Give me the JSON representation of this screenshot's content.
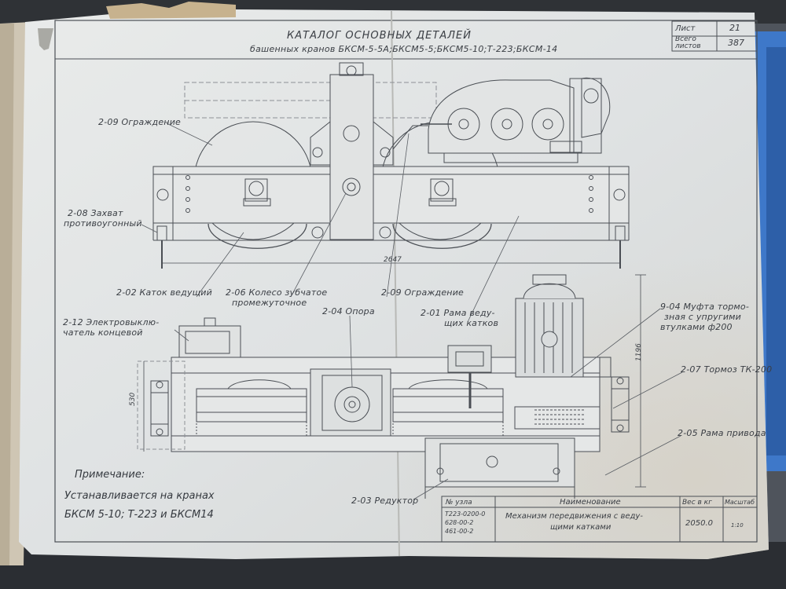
{
  "title": {
    "line1": "КАТАЛОГ ОСНОВНЫХ ДЕТАЛЕЙ",
    "line2": "башенных кранов БКСМ-5-5А;БКСМ5-5;БКСМ5-10;Т-223;БКСМ-14"
  },
  "sheet_box": {
    "sheet_label": "Лист",
    "sheet_value": "21",
    "total_label_1": "Всего",
    "total_label_2": "листов",
    "total_value": "387"
  },
  "callouts": {
    "guard_1": "2-09 Ограждение",
    "grip_1": "2-08 Захват",
    "grip_2": "противоугонный",
    "drive_roller": "2-02 Каток ведущий",
    "gear_1": "2-06 Колесо зубчатое",
    "gear_2": "промежуточное",
    "guard_2": "2-09 Ограждение",
    "support": "2-04 Опора",
    "frame_1": "2-01 Рама веду-",
    "frame_2": "щих катков",
    "switch_1": "2-12 Электровыклю-",
    "switch_2": "чатель концевой",
    "coupling_1": "9-04 Муфта тормо-",
    "coupling_2": "зная с упругими",
    "coupling_3": "втулками ф200",
    "brake": "2-07 Тормоз ТК-200",
    "drive_frame": "2-05 Рама привода",
    "reducer": "2-03 Редуктор"
  },
  "dimensions": {
    "length": "2647",
    "width": "530",
    "height": "1196"
  },
  "note": {
    "heading": "Примечание:",
    "line1": "Устанавливается на кранах",
    "line2": "БКСМ 5-10; Т-223 и БКСМ14"
  },
  "title_block": {
    "col_node": "№ узла",
    "col_name": "Наименование",
    "col_weight": "Вес в кг",
    "col_mass": "Масштаб",
    "node_1": "Т223-0200-0",
    "node_2": "628-00-2",
    "node_3": "461-00-2",
    "name_1": "Механизм передвижения с веду-",
    "name_2": "щими катками",
    "weight": "2050.0",
    "mass": "1:10"
  },
  "icons": [
    "binder-ring-icon",
    "scale-mark-icon"
  ]
}
